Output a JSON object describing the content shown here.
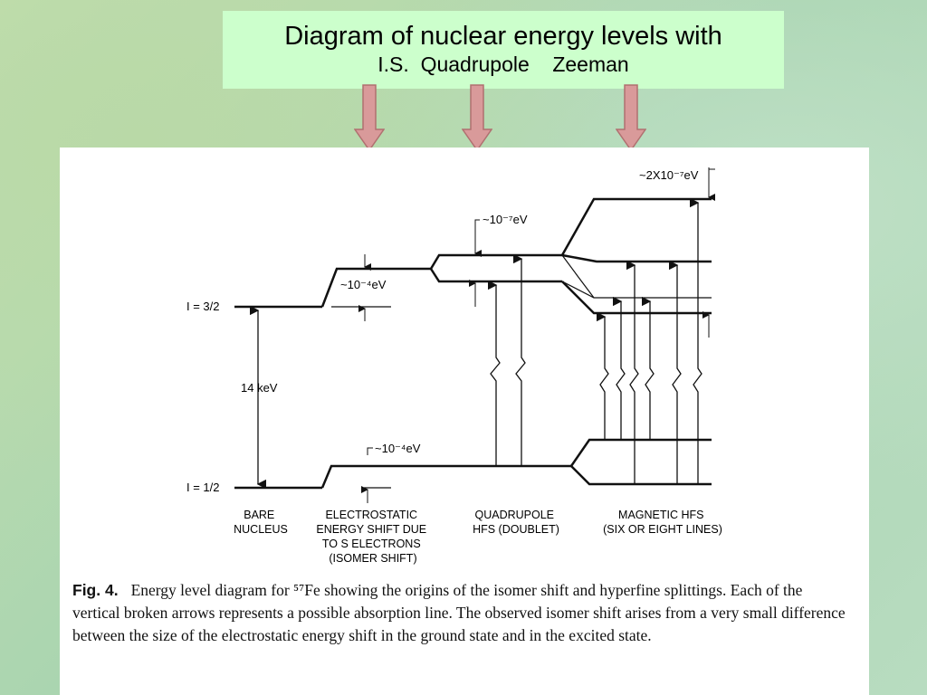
{
  "title": {
    "line1": "Diagram of nuclear energy levels with",
    "line2": "I.S.  Quadrupole    Zeeman"
  },
  "pointer_arrows": [
    {
      "name": "isomer-shift-pointer",
      "color": "#d99a9a"
    },
    {
      "name": "quadrupole-pointer",
      "color": "#d99a9a"
    },
    {
      "name": "zeeman-pointer",
      "color": "#d99a9a"
    }
  ],
  "diagram": {
    "spin_excited": "I = 3/2",
    "spin_ground": "I = 1/2",
    "transition_energy": "14 keV",
    "excited_shift": "~10⁻⁴eV",
    "ground_shift": "~10⁻⁴eV",
    "quadrupole_splitting": "~10⁻⁷eV",
    "zeeman_splitting": "~2X10⁻⁷eV",
    "columns": {
      "bare": [
        "BARE",
        "NUCLEUS"
      ],
      "electrostatic": [
        "ELECTROSTATIC",
        "ENERGY SHIFT DUE",
        "TO S ELECTRONS",
        "(ISOMER SHIFT)"
      ],
      "quadrupole": [
        "QUADRUPOLE",
        "HFS (DOUBLET)"
      ],
      "magnetic": [
        "MAGNETIC HFS",
        "(SIX OR EIGHT LINES)"
      ]
    }
  },
  "caption": {
    "label": "Fig. 4.",
    "text": "Energy level diagram for ⁵⁷Fe showing the origins of the isomer shift and hyperfine splittings. Each of the vertical broken arrows represents a possible absorption line. The observed isomer shift arises from a very small difference between the size of the electrostatic energy shift in the ground state and in the excited state."
  }
}
